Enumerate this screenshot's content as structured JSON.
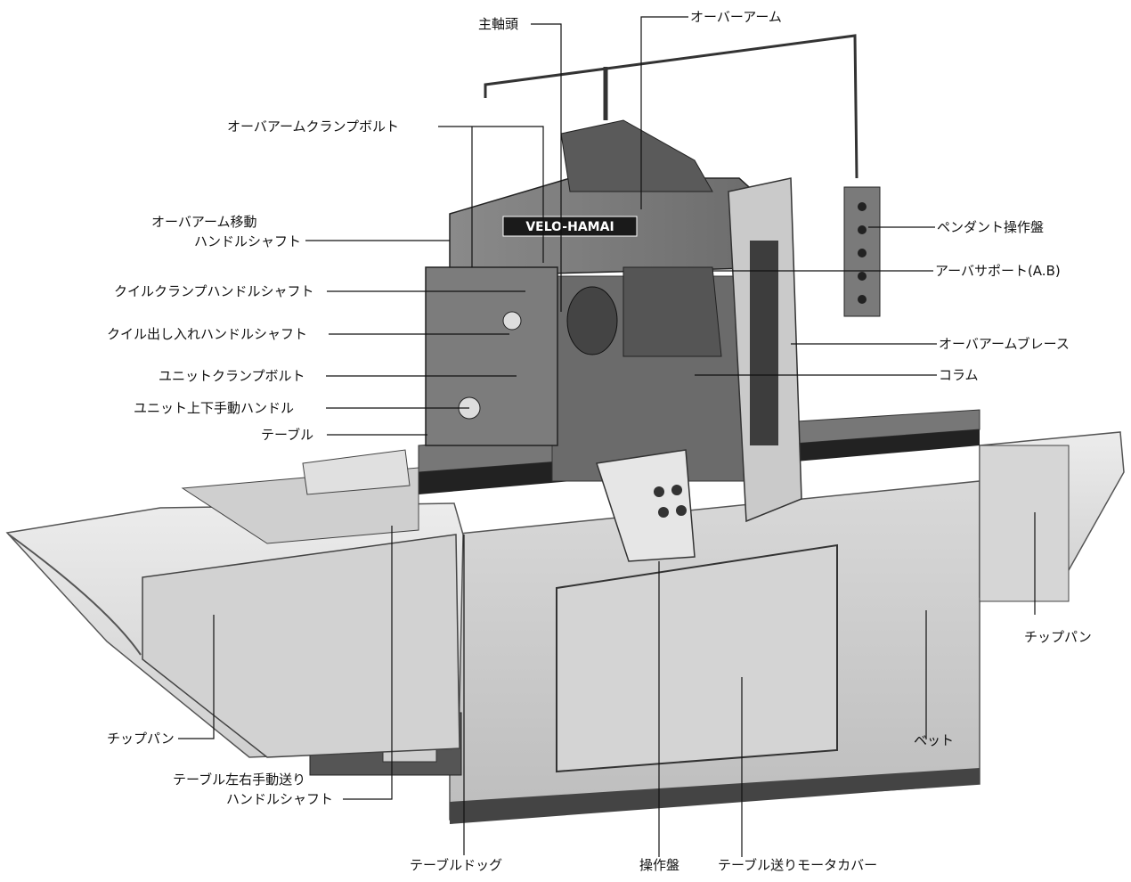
{
  "brand": "VELO-HAMAI",
  "labels": {
    "spindle_head": "主軸頭",
    "over_arm": "オーバーアーム",
    "overarm_clamp_bolt": "オーバアームクランプボルト",
    "overarm_move_1": "オーバアーム移動",
    "overarm_move_2": "ハンドルシャフト",
    "quill_clamp_handle": "クイルクランプハンドルシャフト",
    "quill_in_out_handle": "クイル出し入れハンドルシャフト",
    "unit_clamp_bolt": "ユニットクランプボルト",
    "unit_updown_handle": "ユニット上下手動ハンドル",
    "table": "テーブル",
    "chip_pan_left": "チップパン",
    "table_feed_1": "テーブル左右手動送り",
    "table_feed_2": "ハンドルシャフト",
    "table_dog": "テーブルドッグ",
    "control_panel": "操作盤",
    "motor_cover": "テーブル送りモータカバー",
    "bed": "ベット",
    "chip_pan_right": "チップパン",
    "pendant": "ペンダント操作盤",
    "arbor_support": "アーバサポート(A.B)",
    "overarm_brace": "オーバアームブレース",
    "column": "コラム"
  }
}
